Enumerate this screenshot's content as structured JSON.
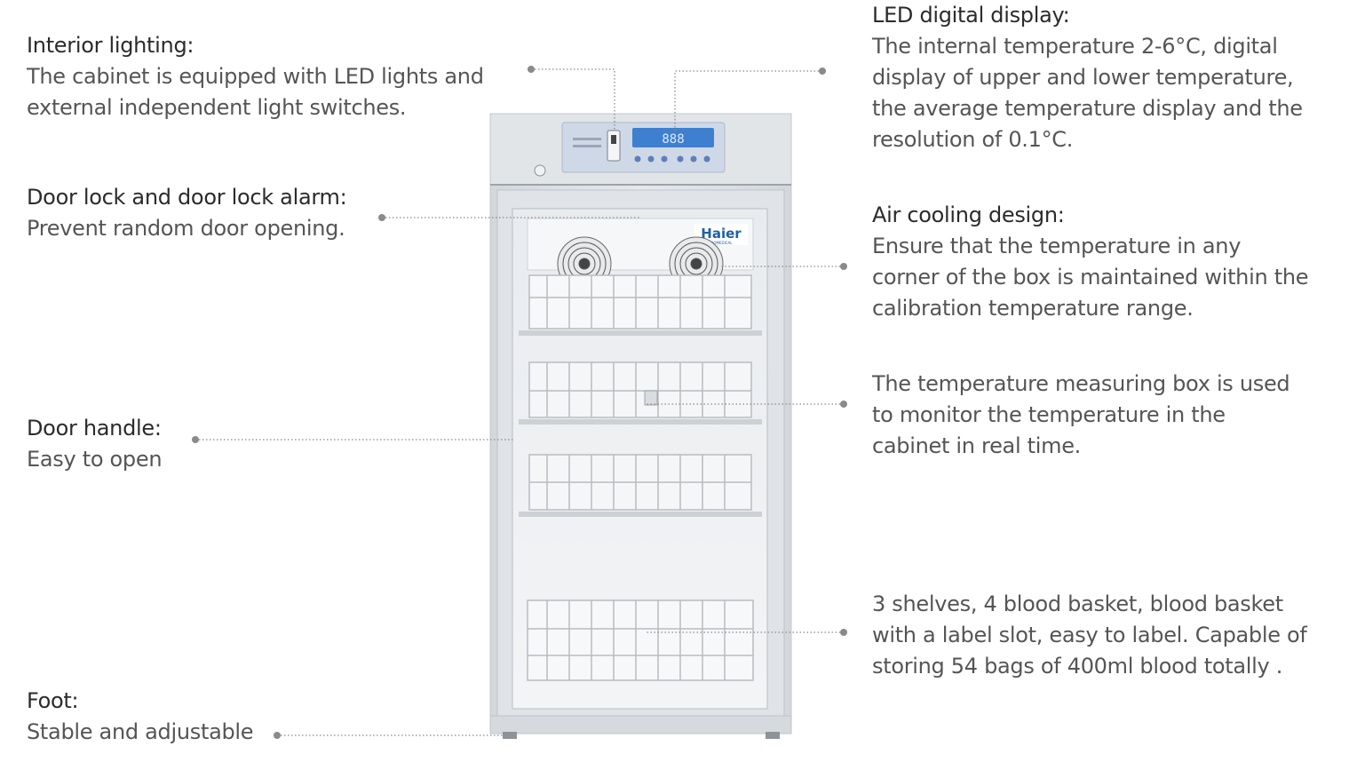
{
  "callouts": {
    "interior_lighting": {
      "title": "Interior lighting:",
      "lines": [
        "The cabinet is equipped with LED lights and",
        "external independent light switches."
      ]
    },
    "door_lock": {
      "title": "Door lock and door lock alarm:",
      "lines": [
        "Prevent random door opening."
      ]
    },
    "door_handle": {
      "title": "Door handle:",
      "lines": [
        "Easy to open"
      ]
    },
    "foot": {
      "title": "Foot:",
      "lines": [
        "Stable and adjustable"
      ]
    },
    "led_display": {
      "title": "LED digital  display:",
      "lines": [
        "The internal temperature 2-6°C, digital",
        "display of upper and lower temperature,",
        "the average temperature display and  the",
        "resolution of 0.1°C."
      ]
    },
    "air_cooling": {
      "title": "Air cooling design:",
      "lines": [
        "Ensure that the temperature in any",
        "corner of the box is maintained within the",
        "calibration temperature range."
      ]
    },
    "temp_box": {
      "lines": [
        "The temperature measuring box is used",
        "to monitor the temperature in the",
        "cabinet in real time."
      ]
    },
    "shelves": {
      "lines": [
        "3 shelves, 4 blood basket, blood basket",
        "with a label slot, easy to label. Capable of",
        "storing 54 bags of 400ml blood totally ."
      ]
    }
  },
  "product": {
    "brand": "Haier",
    "brand_sub": "BIOMEDICAL",
    "display_digits": "888"
  },
  "colors": {
    "cabinet": "#dfe2e6",
    "glass": "#eef0f3",
    "panel": "#cfd8e6",
    "display": "#3e7fd0",
    "leader": "#8a8a8a",
    "brand": "#1f5fa8"
  }
}
